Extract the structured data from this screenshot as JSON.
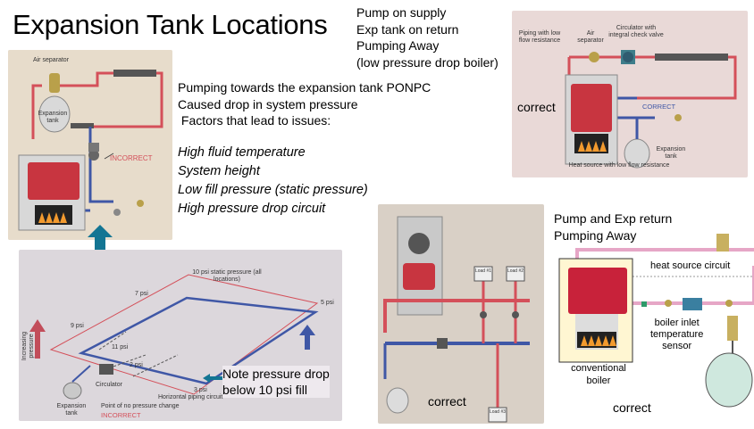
{
  "slide": {
    "title": "Expansion Tank Locations",
    "top_notes": [
      "Pump on supply",
      "Exp tank on return",
      "Pumping Away",
      "(low pressure drop boiler)"
    ],
    "middle_notes": [
      "Pumping towards the expansion tank PONPC",
      "Caused drop in system pressure",
      " Factors that lead to issues:"
    ],
    "factors": [
      "High fluid temperature",
      "System height",
      "Low fill pressure (static pressure)",
      "High pressure drop circuit"
    ],
    "bottom_right_notes": [
      "Pump and Exp return",
      "Pumping Away"
    ],
    "note_pressure": [
      "Note pressure drop",
      "below 10 psi fill"
    ]
  },
  "photo_incorrect": {
    "air_separator": "Air separator",
    "expansion_tank": "Expansion tank",
    "status": "INCORRECT"
  },
  "photo_correct_top": {
    "piping": "Piping with low flow resistance",
    "air_separator": "Air separator",
    "circulator": "Circulator with integral check valve",
    "status": "CORRECT",
    "expansion_tank": "Expansion tank",
    "heat_source": "Heat source with low flow resistance",
    "caption": "correct"
  },
  "photo_pressure": {
    "static": "10 psi static pressure (all locations)",
    "p7": "7 psi",
    "p5": "5 psi",
    "p9": "9 psi",
    "p11": "11 psi",
    "p2": "2 psi",
    "p3": "3 psi",
    "increasing": "Increasing pressure",
    "circulator": "Circulator",
    "horizontal": "Horizontal piping circuit",
    "no_change": "Point of no pressure change",
    "exp_tank": "Expansion tank",
    "status": "INCORRECT"
  },
  "photo_loads": {
    "load1": "Load #1",
    "load2": "Load #2",
    "load3": "Load #3",
    "caption": "correct"
  },
  "diagram_boiler": {
    "heat_circuit": "heat source circuit",
    "sensor": [
      "boiler inlet",
      "temperature",
      "sensor"
    ],
    "boiler": [
      "conventional",
      "boiler"
    ],
    "caption": "correct"
  },
  "colors": {
    "red_pipe": "#d4505a",
    "blue_pipe": "#3f57a6",
    "arrow_teal": "#137593",
    "pink_pipe": "#e6a6c6"
  }
}
